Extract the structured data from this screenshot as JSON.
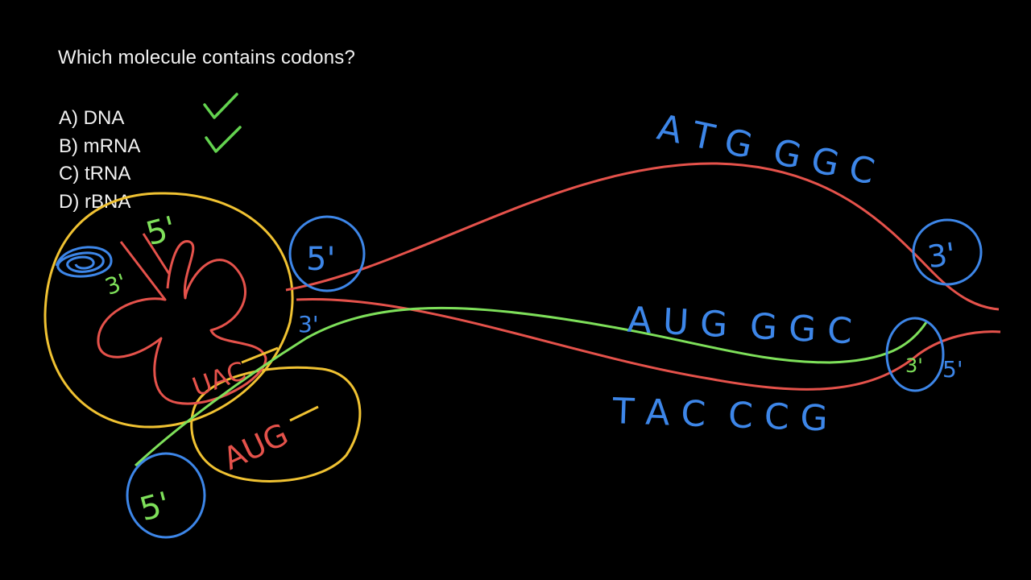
{
  "question": "Which molecule contains codons?",
  "options": [
    {
      "label": "A) DNA",
      "checked": true
    },
    {
      "label": "B) mRNA",
      "checked": true
    },
    {
      "label": "C) tRNA",
      "checked": false
    },
    {
      "label": "D) rBNA",
      "checked": false
    }
  ],
  "colors": {
    "dna": "#e5524b",
    "mrna": "#7ee05a",
    "ends": "#3d86e8",
    "ribosome": "#f0c232",
    "check": "#63d34f",
    "text": "#f2f2f2"
  },
  "annotations": {
    "dna_top_codons": "A T G  G G C",
    "mrna_codons": "A U G  G G C",
    "dna_bottom_codons": "T A C  C C G",
    "anticodon": "UAC",
    "ribosome_codon": "AUG",
    "end_5_prime": "5'",
    "end_3_prime": "3'"
  }
}
